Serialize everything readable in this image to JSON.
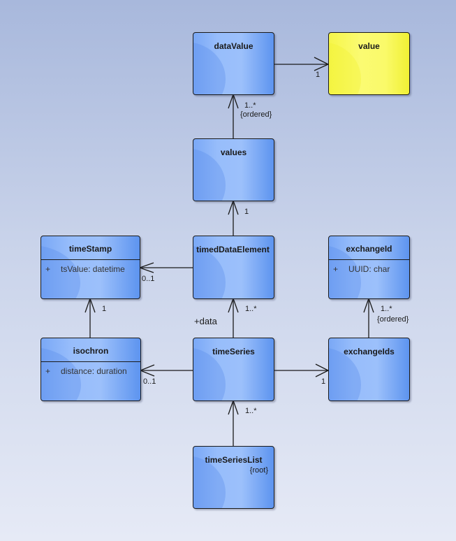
{
  "diagram": {
    "type": "UML class diagram",
    "classes": {
      "dataValue": {
        "name": "dataValue"
      },
      "value": {
        "name": "value"
      },
      "values": {
        "name": "values"
      },
      "timeStamp": {
        "name": "timeStamp",
        "attributes": [
          {
            "visibility": "+",
            "text": "tsValue: datetime"
          }
        ]
      },
      "timedDataElement": {
        "name": "timedDataElement"
      },
      "exchangeId": {
        "name": "exchangeId",
        "attributes": [
          {
            "visibility": "+",
            "text": "UUID: char"
          }
        ]
      },
      "isochron": {
        "name": "isochron",
        "attributes": [
          {
            "visibility": "+",
            "text": "distance: duration"
          }
        ]
      },
      "timeSeries": {
        "name": "timeSeries"
      },
      "exchangeIds": {
        "name": "exchangeIds"
      },
      "timeSeriesList": {
        "name": "timeSeriesList",
        "stereotype": "{root}"
      }
    },
    "associations": [
      {
        "from": "dataValue",
        "to": "value",
        "multiplicity": "1"
      },
      {
        "from": "values",
        "to": "dataValue",
        "multiplicity": "1..*",
        "constraint": "{ordered}"
      },
      {
        "from": "timedDataElement",
        "to": "values",
        "multiplicity": "1"
      },
      {
        "from": "timedDataElement",
        "to": "timeStamp",
        "multiplicity": "0..1"
      },
      {
        "from": "isochron",
        "to": "timeStamp",
        "multiplicity": "1"
      },
      {
        "from": "timeSeries",
        "to": "timedDataElement",
        "multiplicity": "1..*",
        "role": "+data"
      },
      {
        "from": "timeSeries",
        "to": "isochron",
        "multiplicity": "0..1"
      },
      {
        "from": "timeSeries",
        "to": "exchangeIds",
        "multiplicity": "1"
      },
      {
        "from": "exchangeIds",
        "to": "exchangeId",
        "multiplicity": "1..*",
        "constraint": "{ordered}"
      },
      {
        "from": "timeSeriesList",
        "to": "timeSeries",
        "multiplicity": "1..*"
      }
    ],
    "colors": {
      "class_fill": "#97bdfb",
      "highlight_fill": "#fbfb72",
      "line": "#1a1a1a"
    }
  }
}
